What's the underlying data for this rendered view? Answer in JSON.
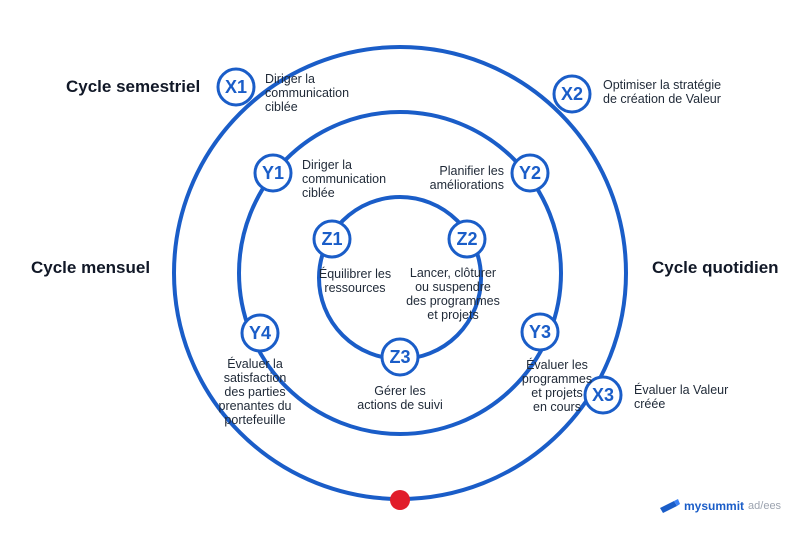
{
  "cycles": {
    "semester": "Cycle semestriel",
    "monthly": "Cycle mensuel",
    "daily": "Cycle quotidien"
  },
  "nodes": [
    {
      "id": "X1",
      "label": "Diriger la\ncommunication\nciblée"
    },
    {
      "id": "X2",
      "label": "Optimiser la stratégie\nde création de Valeur"
    },
    {
      "id": "X3",
      "label": "Évaluer la Valeur\ncréée"
    },
    {
      "id": "Y1",
      "label": "Diriger la\ncommunication\nciblée"
    },
    {
      "id": "Y2",
      "label": "Planifier les\naméliorations"
    },
    {
      "id": "Y3",
      "label": "Évaluer les\nprogrammes\net projets\nen cours"
    },
    {
      "id": "Y4",
      "label": "Évaluer la\nsatisfaction\ndes parties\nprenantes du\nportefeuille"
    },
    {
      "id": "Z1",
      "label": "Équilibrer les\nressources"
    },
    {
      "id": "Z2",
      "label": "Lancer, clôturer\nou suspendre\ndes programmes\net projets"
    },
    {
      "id": "Z3",
      "label": "Gérer les\nactions de suivi"
    }
  ],
  "logo": {
    "name": "mysummit",
    "suffix": "ad/ees"
  },
  "colors": {
    "ring": "#1a5dc8",
    "marker": "#e11d2a"
  }
}
